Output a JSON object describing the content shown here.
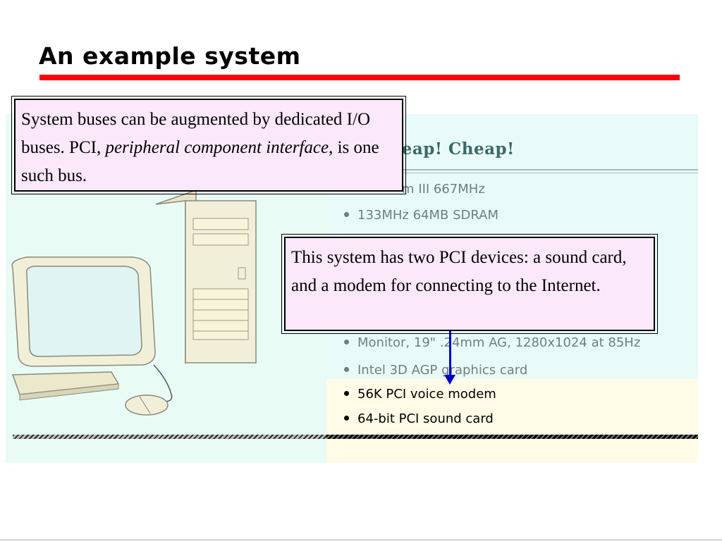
{
  "slide": {
    "title": "An example system"
  },
  "ad": {
    "heading": "p!  Cheap!  Cheap!",
    "specs": [
      "m III 667MHz",
      "133MHz 64MB SDRAM",
      "Monitor, 19\"  .24mm AG, 1280x1024 at 85Hz",
      "Intel 3D AGP graphics card"
    ],
    "pci_specs": [
      "56K PCI voice modem",
      "64-bit PCI sound card"
    ]
  },
  "callouts": {
    "buses": {
      "part1": "System buses can be augmented by dedicated I/O buses.  PCI, ",
      "emphasis": "peripheral component interface",
      "part2": ", is one such bus."
    },
    "devices": {
      "text": "This system has two PCI devices: a sound card, and a modem for connecting to the Internet."
    }
  },
  "colors": {
    "title_rule": "#ff0000",
    "callout_bg": "#fbe8fb",
    "arrow": "#0000c8",
    "ad_bg": "#e9fbf9",
    "pci_bg": "#fffbe6"
  }
}
